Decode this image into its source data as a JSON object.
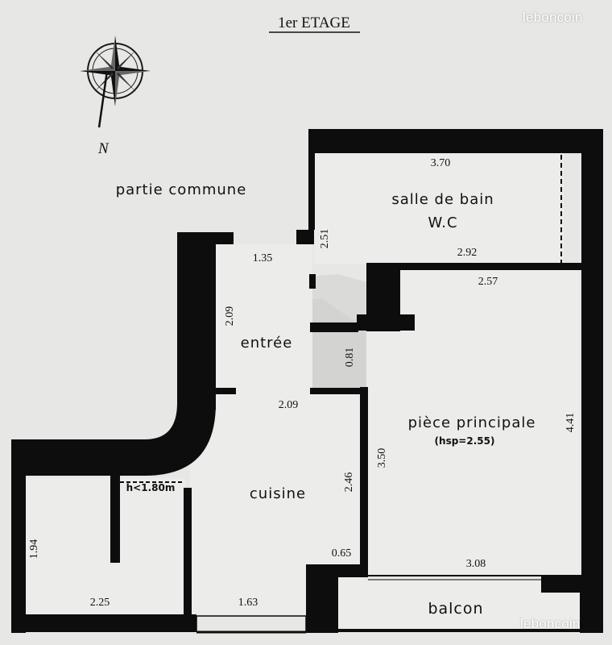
{
  "title": "1er ETAGE",
  "watermark": "leboncoin",
  "compass_label": "N",
  "labels": {
    "common_area": "partie commune",
    "bathroom": "salle de bain",
    "wc": "W.C",
    "entrance": "entrée",
    "kitchen": "cuisine",
    "main_room": "pièce principale",
    "ceiling_height": "(hsp=2.55)",
    "low_height": "h<1.80m",
    "balcony": "balcon"
  },
  "dimensions": {
    "bath_top": "3.70",
    "bath_bottom": "2.92",
    "bath_side": "2.51",
    "entree_top": "1.35",
    "entree_side": "2.09",
    "entree_bottom": "2.09",
    "passage": "0.81",
    "main_top": "2.57",
    "main_right": "4.41",
    "main_left": "3.50",
    "main_bottom": "3.08",
    "kitchen_side": "2.46",
    "kitchen_small": "0.65",
    "kitchen_bottom": "1.63",
    "storage_bottom": "2.25",
    "storage_side": "1.94"
  },
  "colors": {
    "wall": "#0d0d0d",
    "paper": "#e7e7e5",
    "room": "#ececea",
    "shadow": "#c9c9c7"
  }
}
